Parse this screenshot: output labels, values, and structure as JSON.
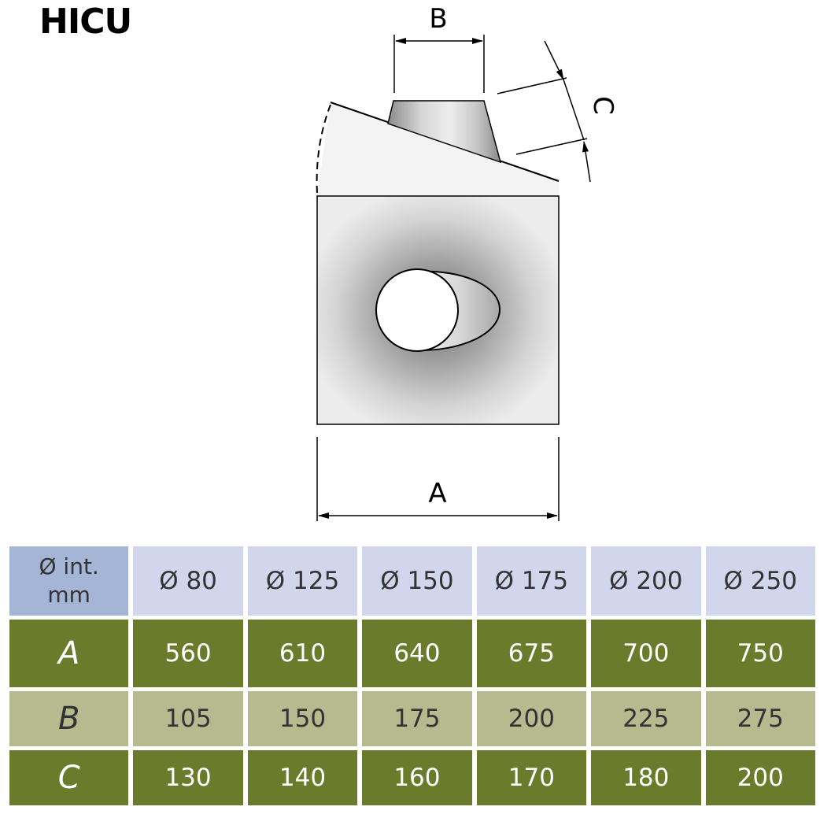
{
  "title": "HICU",
  "diagram": {
    "dim_labels": {
      "a": "A",
      "b": "B",
      "c": "C"
    }
  },
  "table": {
    "corner": {
      "line1": "Ø int.",
      "line2": "mm"
    },
    "headers": [
      "Ø 80",
      "Ø 125",
      "Ø 150",
      "Ø 175",
      "Ø 200",
      "Ø 250"
    ],
    "rows": [
      {
        "label": "A",
        "values": [
          "560",
          "610",
          "640",
          "675",
          "700",
          "750"
        ]
      },
      {
        "label": "B",
        "values": [
          "105",
          "150",
          "175",
          "200",
          "225",
          "275"
        ]
      },
      {
        "label": "C",
        "values": [
          "130",
          "140",
          "160",
          "170",
          "180",
          "200"
        ]
      }
    ]
  },
  "colors": {
    "header_corner": "#a4b5d6",
    "header_cell": "#d2d6ec",
    "row_dark": "#6b7b2c",
    "row_light": "#b5bb8f"
  }
}
